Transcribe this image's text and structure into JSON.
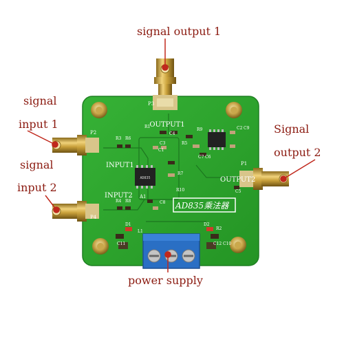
{
  "callouts": {
    "signal_output_1": "signal output 1",
    "signal_input_1_line1": "signal",
    "signal_input_1_line2": "input 1",
    "signal_input_2_line1": "signal",
    "signal_input_2_line2": "input 2",
    "signal_output_2_line1": "Signal",
    "signal_output_2_line2": "output 2",
    "power_supply": "power supply"
  },
  "silkscreen": {
    "output1": "OUTPUT1",
    "output2": "OUTPUT2",
    "input1": "INPUT1",
    "input2": "INPUT2",
    "board_title": "AD835乘法器",
    "p1": "P1",
    "p2": "P2",
    "p3": "P3",
    "p4": "P4",
    "a1": "A1",
    "chip_main": "AD835",
    "r1": "R1",
    "r2": "R2",
    "r3": "R3",
    "r4": "R4",
    "r5": "R5",
    "r6": "R6",
    "r7": "R7",
    "r8": "R8",
    "r9": "R9",
    "r10": "R10",
    "c1": "C1",
    "c2": "C2",
    "c3": "C3",
    "c4": "C4",
    "c5": "C5",
    "c6": "C6",
    "c7": "C7",
    "c8": "C8",
    "c9": "C9",
    "c10": "C10",
    "c11": "C11",
    "c12": "C12",
    "d1": "D1",
    "d2": "D2",
    "l1": "L1"
  },
  "colors": {
    "pcb_green": "#2ba02b",
    "pcb_green_dark": "#1f7f22",
    "callout_red": "#8b1a10",
    "pointer_red": "#c0281c",
    "terminal_blue": "#2a6fc4",
    "connector_gold": "#c9a13b"
  }
}
